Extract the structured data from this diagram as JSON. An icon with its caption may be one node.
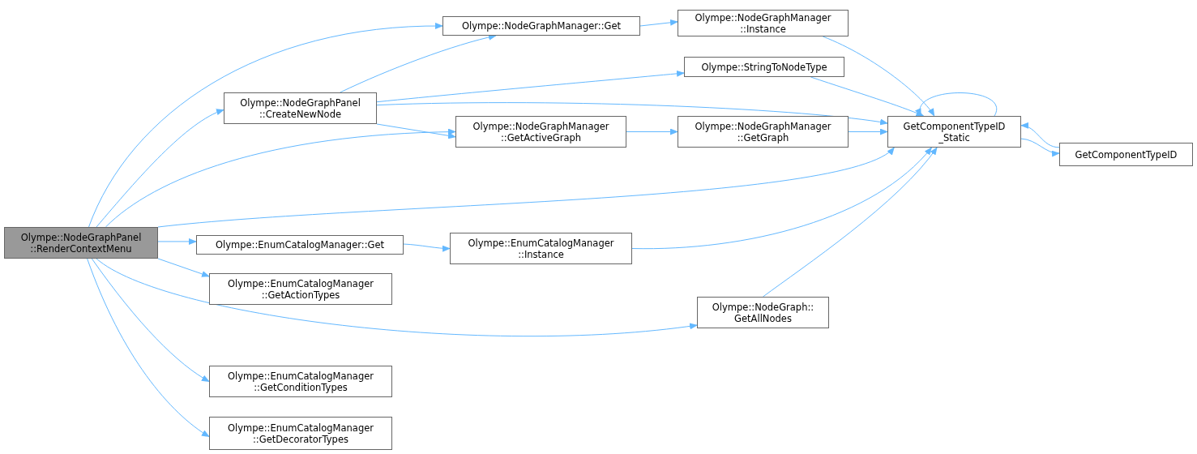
{
  "diagram": {
    "nodes": [
      {
        "text": [
          "Olympe::NodeGraphPanel ::RenderContextMenu"
        ]
      },
      {
        "text": [
          "Olympe::NodeGraphManager::Get"
        ]
      },
      {
        "text": [
          "Olympe::NodeGraphManager ::Instance"
        ]
      },
      {
        "text": [
          "Olympe::NodeGraphPanel ::CreateNewNode"
        ]
      },
      {
        "text": [
          "Olympe::StringToNodeType"
        ]
      },
      {
        "text": [
          "Olympe::NodeGraphManager ::GetActiveGraph"
        ]
      },
      {
        "text": [
          "Olympe::NodeGraphManager ::GetGraph"
        ]
      },
      {
        "text": [
          "GetComponentTypeID _Static"
        ]
      },
      {
        "text": [
          "GetComponentTypeID"
        ]
      },
      {
        "text": [
          "Olympe::EnumCatalogManager::Get"
        ]
      },
      {
        "text": [
          "Olympe::EnumCatalogManager ::Instance"
        ]
      },
      {
        "text": [
          "Olympe::EnumCatalogManager ::GetActionTypes"
        ]
      },
      {
        "text": [
          "Olympe::NodeGraph:: GetAllNodes"
        ]
      },
      {
        "text": [
          "Olympe::EnumCatalogManager ::GetConditionTypes"
        ]
      },
      {
        "text": [
          "Olympe::EnumCatalogManager ::GetDecoratorTypes"
        ]
      }
    ],
    "edges": [
      {
        "from": 0,
        "to": 1,
        "arrow": "to"
      },
      {
        "from": 0,
        "to": 3,
        "arrow": "to"
      },
      {
        "from": 0,
        "to": 5,
        "arrow": "to"
      },
      {
        "from": 0,
        "to": 7,
        "arrow": "to"
      },
      {
        "from": 0,
        "to": 9,
        "arrow": "to"
      },
      {
        "from": 0,
        "to": 11,
        "arrow": "to"
      },
      {
        "from": 0,
        "to": 12,
        "arrow": "to"
      },
      {
        "from": 0,
        "to": 13,
        "arrow": "to"
      },
      {
        "from": 0,
        "to": 14,
        "arrow": "to"
      },
      {
        "from": 3,
        "to": 1,
        "arrow": "to"
      },
      {
        "from": 3,
        "to": 4,
        "arrow": "to"
      },
      {
        "from": 3,
        "to": 5,
        "arrow": "to"
      },
      {
        "from": 3,
        "to": 7,
        "arrow": "to"
      },
      {
        "from": 1,
        "to": 2,
        "arrow": "to"
      },
      {
        "from": 2,
        "to": 7,
        "arrow": "to"
      },
      {
        "from": 4,
        "to": 7,
        "arrow": "to"
      },
      {
        "from": 5,
        "to": 6,
        "arrow": "to"
      },
      {
        "from": 6,
        "to": 7,
        "arrow": "to"
      },
      {
        "from": 7,
        "to": 7,
        "arrow": "to"
      },
      {
        "from": 7,
        "to": 8,
        "arrow": "to"
      },
      {
        "from": 8,
        "to": 7,
        "arrow": "to"
      },
      {
        "from": 9,
        "to": 10,
        "arrow": "to"
      },
      {
        "from": 10,
        "to": 7,
        "arrow": "to"
      },
      {
        "from": 12,
        "to": 7,
        "arrow": "to"
      }
    ]
  }
}
